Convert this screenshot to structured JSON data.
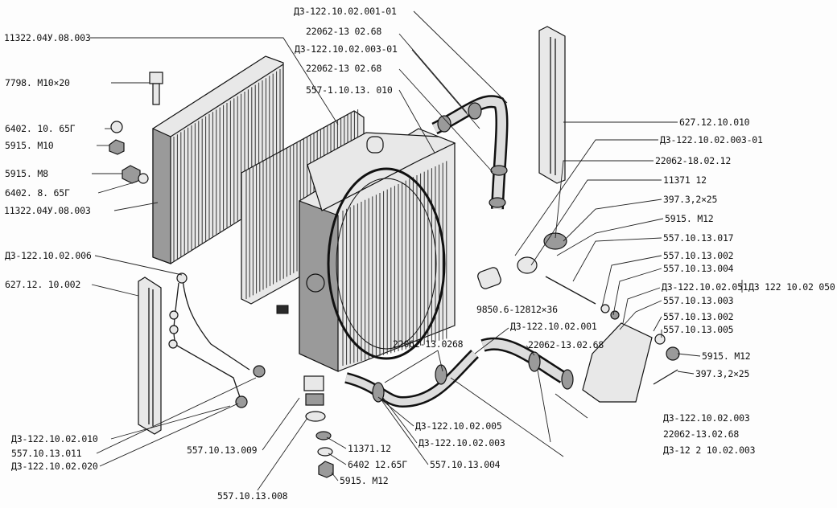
{
  "labels": {
    "l01": "11322.04У.08.003",
    "l02": "7798. М10×20",
    "l03": "6402. 10. 65Г",
    "l04": "5915. М10",
    "l05": "5915. М8",
    "l06": "6402. 8. 65Г",
    "l07": "11322.04У.08.003",
    "l08": "Д3-122.10.02.006",
    "l09": "627.12. 10.002",
    "l10": "Д3-122.10.02.010",
    "l11": "557.10.13.011",
    "l12": "Д3-122.10.02.020",
    "l13": "557.10.13.009",
    "l14": "557.10.13.008",
    "l15": "11371.12",
    "l16": "6402 12.65Г",
    "l17": "5915. М12",
    "l18": "557.10.13.004",
    "l19": "Д3-122.10.02.003",
    "l20": "Д3-122.10.02.005",
    "l21": "22062-13.0268",
    "l22": "Д3-122.10.02.001",
    "l23": "22062-13.02.68",
    "l24": "9850.6-12812×36",
    "l25": "Д3-122.10.02.001-01",
    "l26": "22062-13 02.68",
    "l27": "Д3-122.10.02.003-01",
    "l28": "22062-13 02.68",
    "l29": "557-1.10.13. 010",
    "l30": "627.12.10.010",
    "l31": "Д3-122.10.02.003-01",
    "l32": "22062-18.02.12",
    "l33": "11371 12",
    "l34": "397.3,2×25",
    "l35": "5915. М12",
    "l36": "557.10.13.017",
    "l37": "557.10.13.002",
    "l38": "557.10.13.004",
    "l39": "Д3-122.10.02.051",
    "l40": "Д3 122 10.02 050",
    "l41": "557.10.13.003",
    "l42": "557.10.13.002",
    "l43": "557.10.13.005",
    "l44": "5915. М12",
    "l45": "397.3,2×25",
    "l46": "Д3-122.10.02.003",
    "l47": "22062-13.02.68",
    "l48": "Д3-12 2 10.02.003"
  }
}
